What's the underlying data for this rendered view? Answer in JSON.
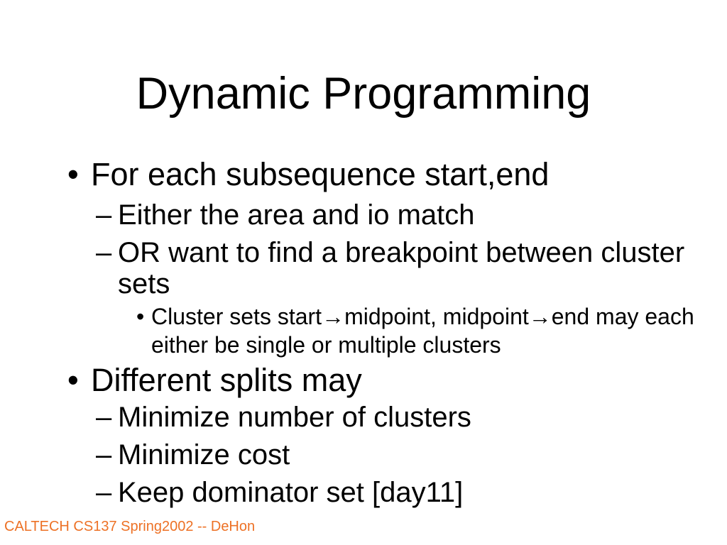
{
  "slide": {
    "title": "Dynamic Programming",
    "bullets": [
      {
        "level": 1,
        "marker": "•",
        "text": "For each subsequence start,end"
      },
      {
        "level": 2,
        "marker": "–",
        "text": "Either the area and io match"
      },
      {
        "level": 2,
        "marker": "–",
        "text": "OR want to find a breakpoint between cluster sets"
      },
      {
        "level": 3,
        "marker": "•",
        "text": "Cluster sets start→midpoint, midpoint→end may each either be single or multiple clusters"
      },
      {
        "level": 1,
        "marker": "•",
        "text": "Different splits may"
      },
      {
        "level": 2,
        "marker": "–",
        "text": "Minimize number of clusters"
      },
      {
        "level": 2,
        "marker": "–",
        "text": "Minimize cost"
      },
      {
        "level": 2,
        "marker": "–",
        "text": "Keep dominator set [day11]"
      }
    ],
    "footer": "CALTECH CS137 Spring2002 -- DeHon",
    "colors": {
      "text": "#000000",
      "background": "#FFFFFF",
      "footer_orange": "#ED7125"
    }
  }
}
